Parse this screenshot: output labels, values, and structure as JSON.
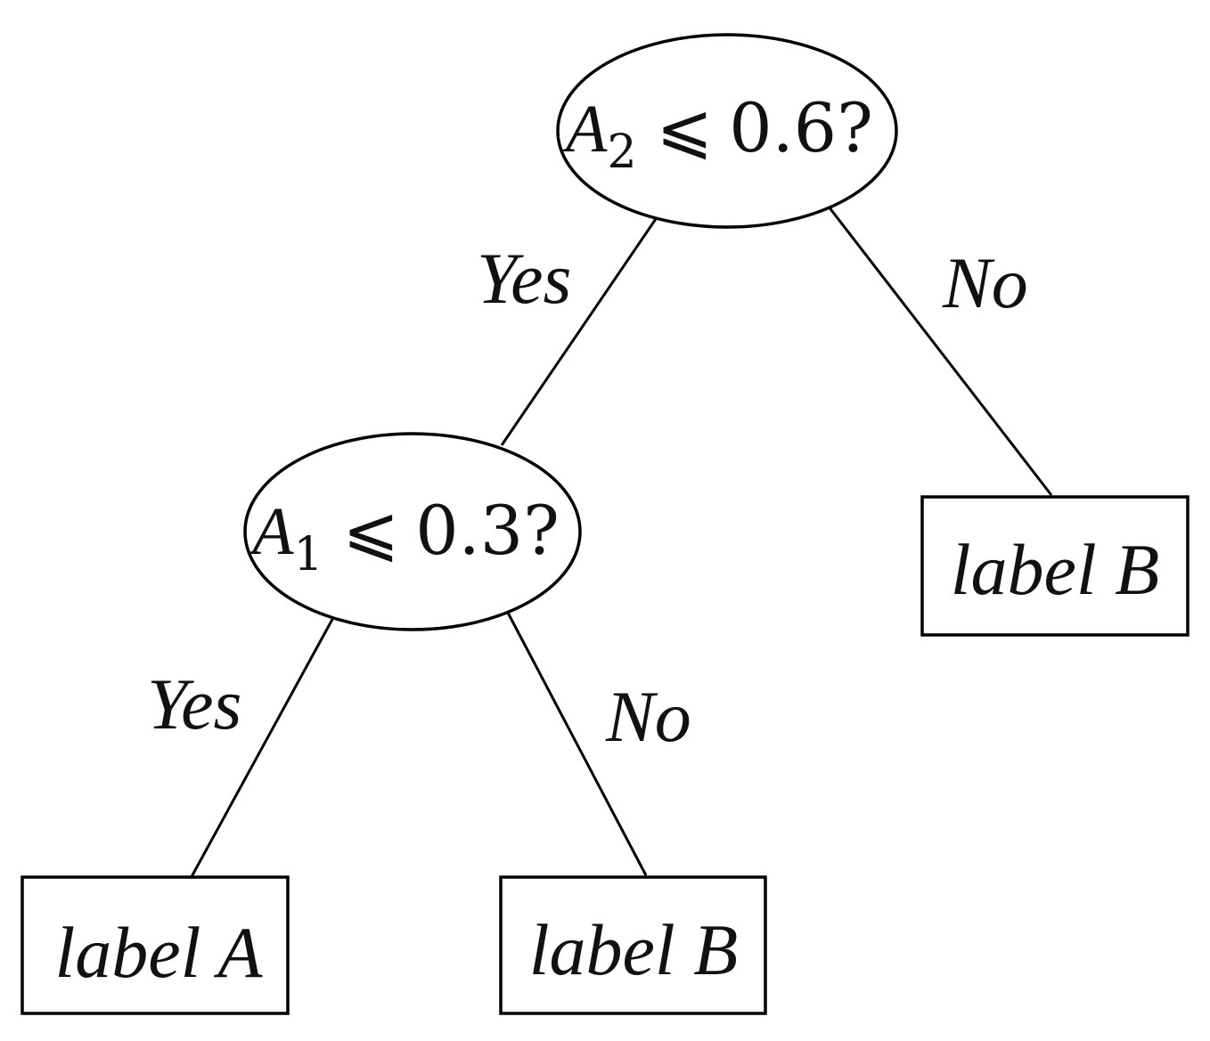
{
  "tree": {
    "root": {
      "variable": "A",
      "subscript": "2",
      "operator": "⩽",
      "threshold": "0.6?",
      "yes_label": "Yes",
      "no_label": "No"
    },
    "node_a1": {
      "variable": "A",
      "subscript": "1",
      "operator": "⩽",
      "threshold": "0.3?",
      "yes_label": "Yes",
      "no_label": "No"
    },
    "leaves": {
      "right": "label B",
      "bottom_left": "label A",
      "bottom_middle": "label B"
    }
  }
}
